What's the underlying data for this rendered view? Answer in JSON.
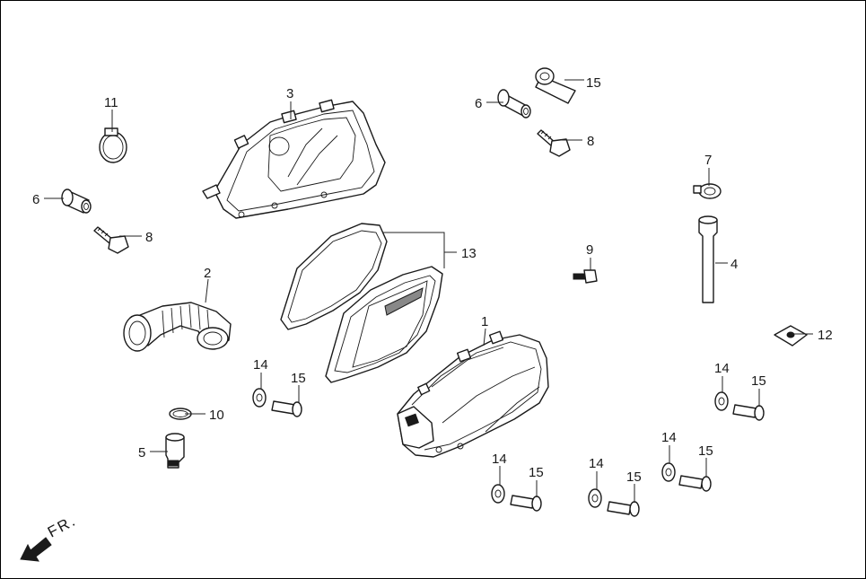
{
  "callouts": {
    "p1": "1",
    "p2": "2",
    "p3": "3",
    "p4": "4",
    "p5": "5",
    "p6a": "6",
    "p6b": "6",
    "p7": "7",
    "p8a": "8",
    "p8b": "8",
    "p9": "9",
    "p10": "10",
    "p11": "11",
    "p12": "12",
    "p13": "13",
    "p14a": "14",
    "p14b": "14",
    "p14c": "14",
    "p14d": "14",
    "p14e": "14",
    "p15a": "15",
    "p15b": "15",
    "p15c": "15",
    "p15d": "15",
    "p15e": "15",
    "p15f": "15"
  },
  "direction": {
    "label": "FR."
  }
}
